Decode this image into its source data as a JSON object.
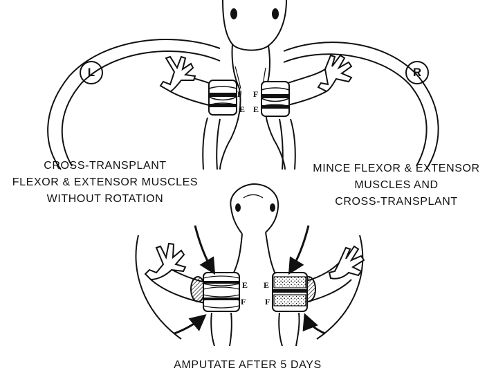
{
  "side_labels": {
    "left": "L",
    "right": "R"
  },
  "marks": {
    "flexor": "F",
    "extensor": "E"
  },
  "captions": {
    "left": [
      "CROSS-TRANSPLANT",
      "FLEXOR & EXTENSOR MUSCLES",
      "WITHOUT ROTATION"
    ],
    "right": [
      "MINCE FLEXOR & EXTENSOR",
      "MUSCLES AND",
      "CROSS-TRANSPLANT"
    ],
    "bottom": "AMPUTATE AFTER 5 DAYS"
  },
  "colors": {
    "ink": "#111111",
    "paper": "#ffffff"
  }
}
